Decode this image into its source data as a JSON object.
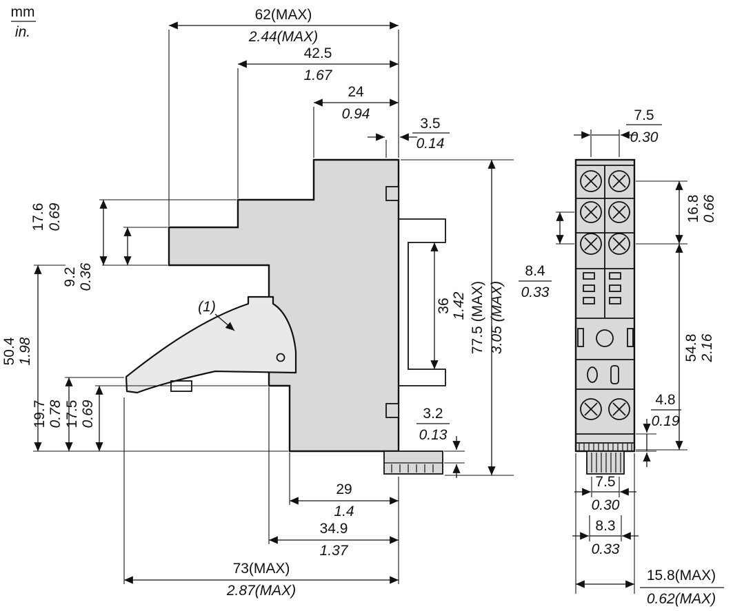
{
  "legend": {
    "mm": "mm",
    "in": "in."
  },
  "side_view": {
    "note_label": "(1)",
    "dims": {
      "width_62": {
        "mm": "62(MAX)",
        "in": "2.44(MAX)"
      },
      "width_42_5": {
        "mm": "42.5",
        "in": "1.67"
      },
      "width_24": {
        "mm": "24",
        "in": "0.94"
      },
      "depth_3_5": {
        "mm": "3.5",
        "in": "0.14"
      },
      "height_17_6": {
        "mm": "17.6",
        "in": "0.69"
      },
      "height_9_2": {
        "mm": "9.2",
        "in": "0.36"
      },
      "height_50_4": {
        "mm": "50.4",
        "in": "1.98"
      },
      "height_19_7": {
        "mm": "19.7",
        "in": "0.78"
      },
      "height_17_5": {
        "mm": "17.5",
        "in": "0.69"
      },
      "rail_36": {
        "mm": "36",
        "in": "1.42"
      },
      "height_77_5": {
        "mm": "77.5 (MAX)",
        "in": "3.05 (MAX)"
      },
      "clip_3_2": {
        "mm": "3.2",
        "in": "0.13"
      },
      "width_29": {
        "mm": "29",
        "in": "1.4"
      },
      "width_34_9": {
        "mm": "34.9",
        "in": "1.37"
      },
      "width_73": {
        "mm": "73(MAX)",
        "in": "2.87(MAX)"
      }
    }
  },
  "front_view": {
    "dims": {
      "pitch_7_5_top": {
        "mm": "7.5",
        "in": "0.30"
      },
      "pitch_16_8": {
        "mm": "16.8",
        "in": "0.66"
      },
      "pitch_8_4": {
        "mm": "8.4",
        "in": "0.33"
      },
      "height_54_8": {
        "mm": "54.8",
        "in": "2.16"
      },
      "height_4_8": {
        "mm": "4.8",
        "in": "0.19"
      },
      "width_7_5_bottom": {
        "mm": "7.5",
        "in": "0.30"
      },
      "width_8_3": {
        "mm": "8.3",
        "in": "0.33"
      },
      "width_15_8": {
        "mm": "15.8(MAX)",
        "in": "0.62(MAX)"
      }
    }
  },
  "colors": {
    "body_fill": "#d9d9d9",
    "lever_fill": "#e9e9e9",
    "line": "#111111"
  }
}
